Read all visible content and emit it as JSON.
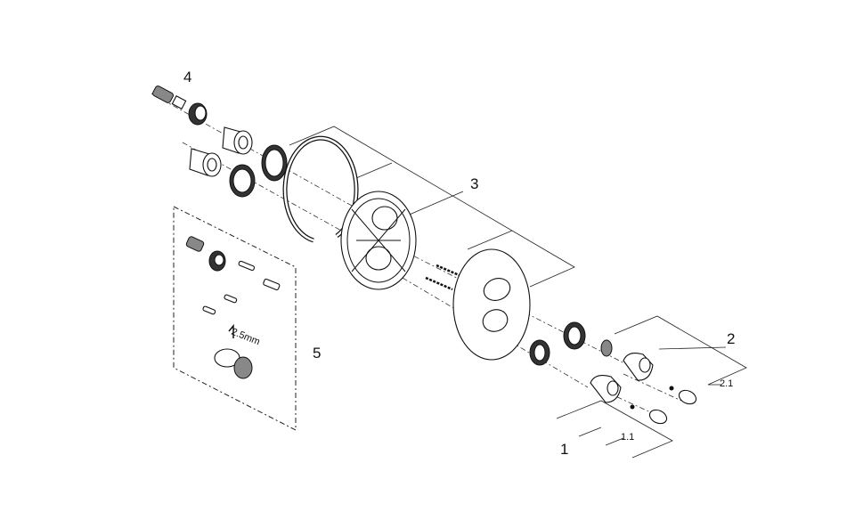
{
  "callouts": {
    "c1": "1",
    "c1_1": "1.1",
    "c2": "2",
    "c2_1": "2.1",
    "c3": "3",
    "c4": "4",
    "c5": "5"
  },
  "tool_label": "2.5mm"
}
